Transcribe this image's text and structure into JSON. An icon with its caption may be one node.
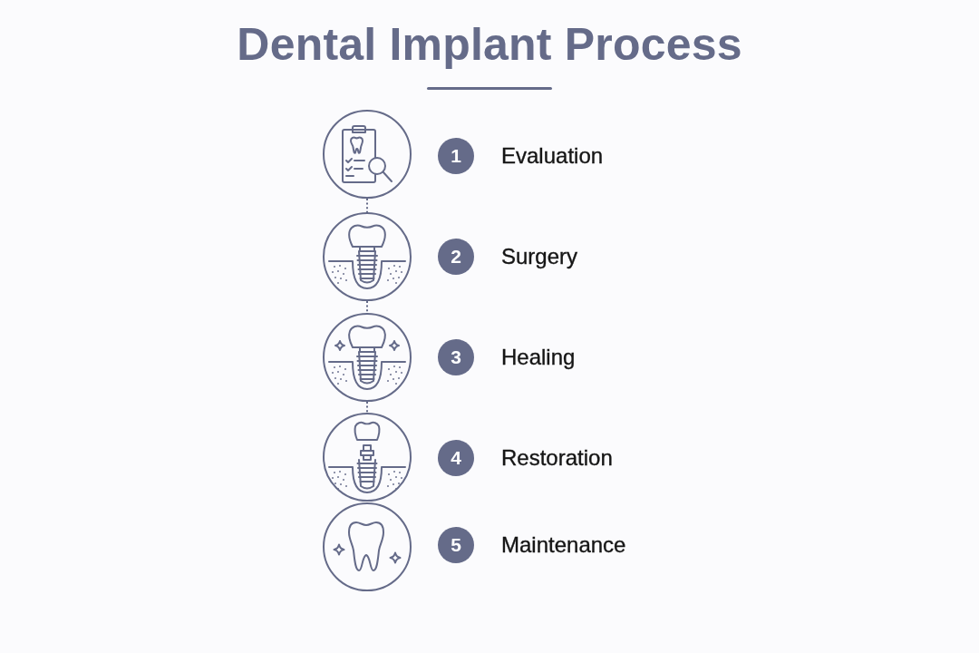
{
  "diagram": {
    "title": "Dental Implant Process",
    "nodes": [
      {
        "text": [],
        "shape": "circle"
      },
      {
        "text": [
          "1"
        ],
        "beside": [
          "Evaluation"
        ]
      },
      {
        "text": [],
        "shape": "circle"
      },
      {
        "text": [
          "2"
        ],
        "beside": [
          "Surgery"
        ]
      },
      {
        "text": [],
        "shape": "circle"
      },
      {
        "text": [
          "3"
        ],
        "beside": [
          "Healing"
        ]
      },
      {
        "text": [],
        "shape": "circle"
      },
      {
        "text": [
          "4"
        ],
        "beside": [
          "Restoration"
        ]
      },
      {
        "text": [],
        "shape": "circle"
      },
      {
        "text": [
          "5"
        ],
        "beside": [
          "Maintenance"
        ]
      }
    ],
    "edges": [
      {
        "from": 0,
        "to": 2,
        "arrow": "none",
        "style": "dashed"
      },
      {
        "from": 2,
        "to": 4,
        "arrow": "none",
        "style": "dashed"
      },
      {
        "from": 4,
        "to": 6,
        "arrow": "none",
        "style": "dashed"
      }
    ]
  }
}
